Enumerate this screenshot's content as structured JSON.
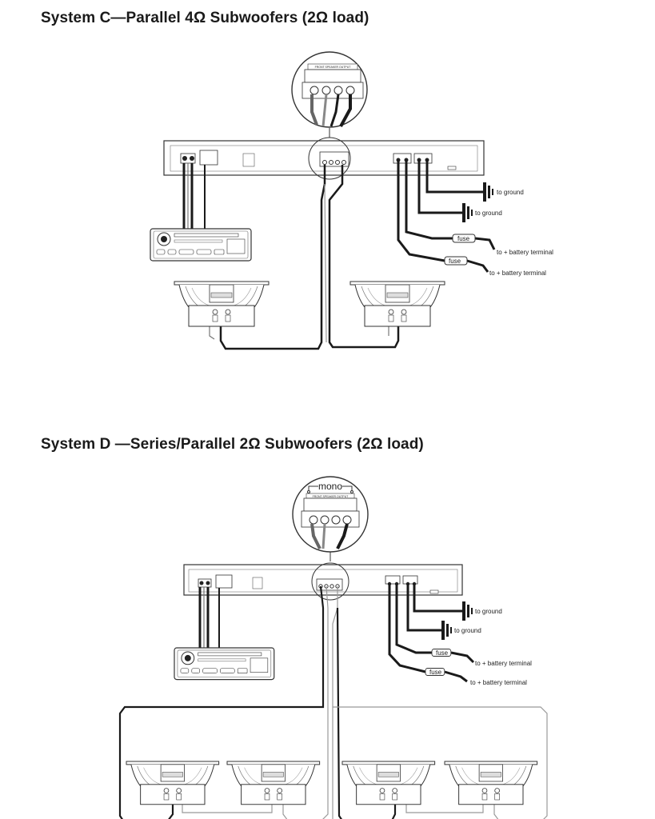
{
  "diagrams": [
    {
      "title": "System C—Parallel 4Ω Subwoofers (2Ω load)",
      "labels": {
        "ground_1": "to ground",
        "ground_2": "to ground",
        "fuse_1": "fuse",
        "fuse_2": "fuse",
        "battery_1": "to + battery terminal",
        "battery_2": "to + battery terminal",
        "inset_header": "FRONT SPEAKER OUTPUT"
      }
    },
    {
      "title": "System D —Series/Parallel 2Ω Subwoofers (2Ω load)",
      "labels": {
        "mono": "mono",
        "ground_1": "to ground",
        "ground_2": "to ground",
        "fuse_1": "fuse",
        "fuse_2": "fuse",
        "battery_1": "to + battery terminal",
        "battery_2": "to + battery terminal",
        "inset_header": "FRONT SPEAKER OUTPUT"
      }
    }
  ],
  "colors": {
    "wire": "#1a1a1a",
    "light_wire": "#8a8a8a",
    "outline": "#333333"
  }
}
